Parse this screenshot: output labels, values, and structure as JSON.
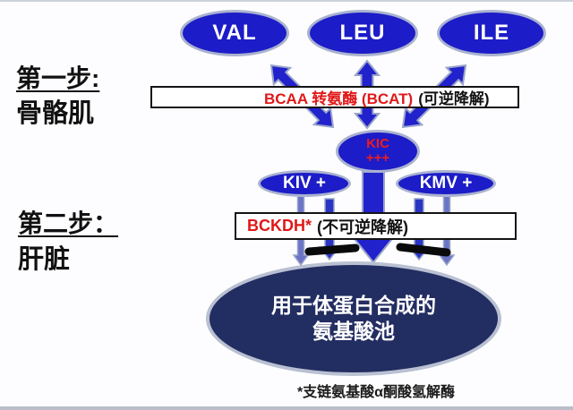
{
  "steps": {
    "step1": {
      "title": "第一步:",
      "location": "骨骼肌"
    },
    "step2": {
      "title": "第二步：",
      "location": "肝脏"
    }
  },
  "amino_acids": [
    {
      "label": "VAL"
    },
    {
      "label": "LEU"
    },
    {
      "label": "ILE"
    }
  ],
  "bcat_box": {
    "enzyme": "BCAA 转氨酶 (BCAT)",
    "note": "(可逆降解)"
  },
  "keto_acids": {
    "kic_line1": "KIC",
    "kic_line2": "+++",
    "kiv": "KIV +",
    "kmv": "KMV +"
  },
  "bckdh_box": {
    "enzyme": "BCKDH*",
    "note": "(不可逆降解)"
  },
  "pool": {
    "line1": "用于体蛋白合成的",
    "line2": "氨基酸池"
  },
  "footnote": "*支链氨基酸α酮酸氢解酶",
  "colors": {
    "ellipse_blue": "#1c1cc8",
    "pool_navy": "#222d61",
    "accent_red": "#e01818",
    "ellipse_border": "#a9b2cf",
    "arrow_blue": "#2222cc"
  }
}
